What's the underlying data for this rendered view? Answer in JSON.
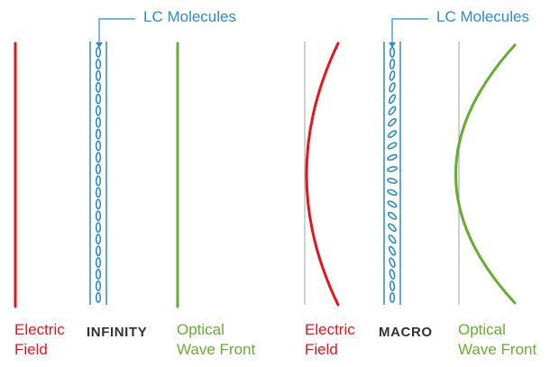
{
  "colors": {
    "electric_field": "#e8141c",
    "optical_wave": "#6aab35",
    "lc_blue": "#2e8bc8",
    "axis_gray": "#9aa3ad",
    "mode_text": "#333333"
  },
  "panels": [
    {
      "mode": "INFINITY",
      "lc_label": "LC Molecules",
      "field_label_line1": "Electric",
      "field_label_line2": "Field",
      "wave_label_line1": "Optical",
      "wave_label_line2": "Wave Front",
      "molecule_tilt": "none",
      "front_shape": "flat"
    },
    {
      "mode": "MACRO",
      "lc_label": "LC Molecules",
      "field_label_line1": "Electric",
      "field_label_line2": "Field",
      "wave_label_line1": "Optical",
      "wave_label_line2": "Wave Front",
      "molecule_tilt": "graded",
      "front_shape": "curved"
    }
  ]
}
